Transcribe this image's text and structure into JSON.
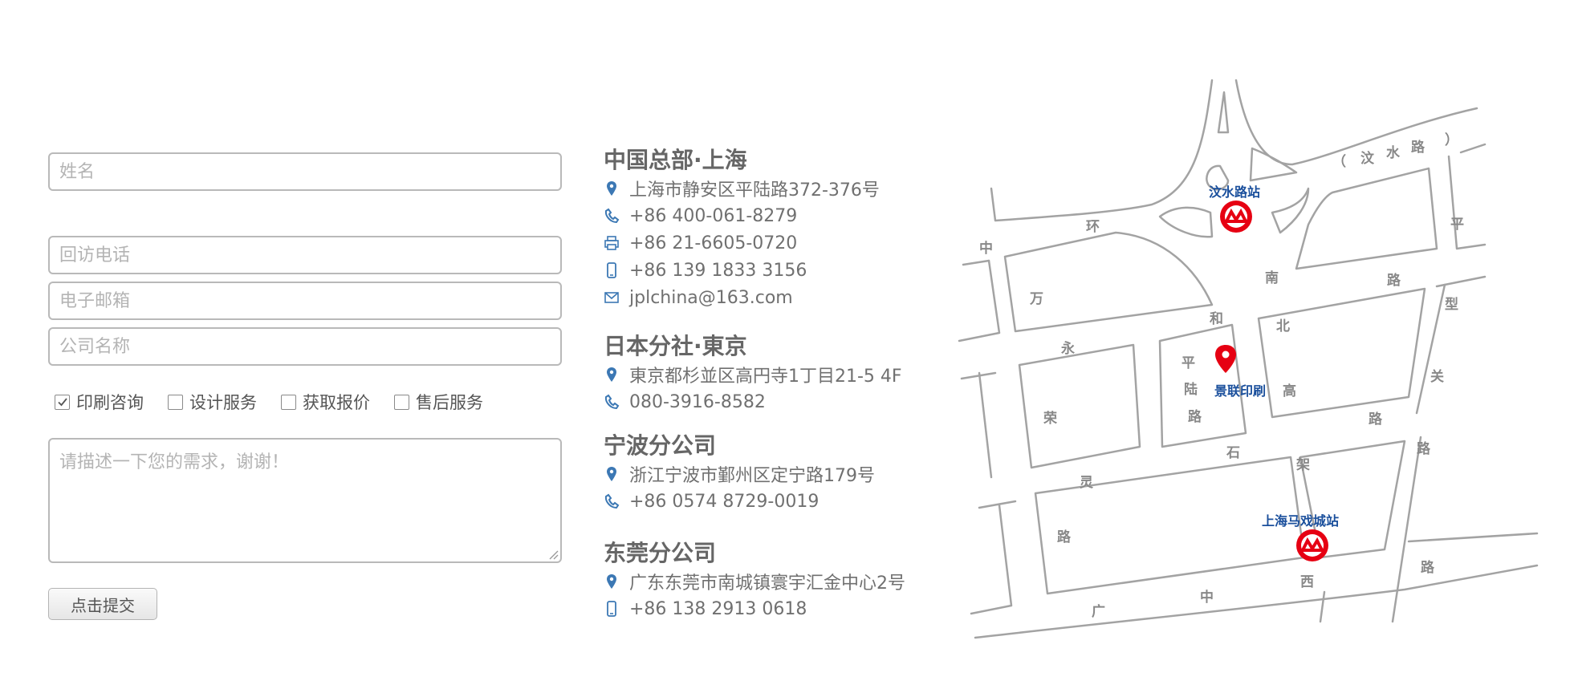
{
  "form": {
    "name_placeholder": "姓名",
    "phone_placeholder": "回访电话",
    "email_placeholder": "电子邮箱",
    "company_placeholder": "公司名称",
    "message_placeholder": "请描述一下您的需求，谢谢！",
    "checkboxes": [
      {
        "label": "印刷咨询",
        "checked": true
      },
      {
        "label": "设计服务",
        "checked": false
      },
      {
        "label": "获取报价",
        "checked": false
      },
      {
        "label": "售后服务",
        "checked": false
      }
    ],
    "submit_label": "点击提交"
  },
  "offices": [
    {
      "title": "中国总部·上海",
      "lines": [
        {
          "icon": "location-pin-icon",
          "text": "上海市静安区平陆路372-376号"
        },
        {
          "icon": "phone-icon",
          "text": "+86 400-061-8279"
        },
        {
          "icon": "fax-icon",
          "text": "+86 21-6605-0720"
        },
        {
          "icon": "mobile-icon",
          "text": "+86 139 1833 3156"
        },
        {
          "icon": "email-icon",
          "text": "jplchina@163.com"
        }
      ]
    },
    {
      "title": "日本分社·東京",
      "lines": [
        {
          "icon": "location-pin-icon",
          "text": "東京都杉並区高円寺1丁目21-5 4F"
        },
        {
          "icon": "phone-icon",
          "text": "080-3916-8582"
        }
      ]
    },
    {
      "title": "宁波分公司",
      "lines": [
        {
          "icon": "location-pin-icon",
          "text": "浙江宁波市鄞州区定宁路179号"
        },
        {
          "icon": "phone-icon",
          "text": "+86 0574 8729-0019"
        }
      ]
    },
    {
      "title": "东莞分公司",
      "lines": [
        {
          "icon": "location-pin-icon",
          "text": "广东东莞市南城镇寰宇汇金中心2号"
        },
        {
          "icon": "mobile-icon",
          "text": "+86 138 2913 0618"
        }
      ]
    }
  ],
  "map": {
    "stations": [
      "汶水路站",
      "上海马戏城站"
    ],
    "company_label": "景联印刷",
    "road_chars": [
      "（",
      "汶",
      "水",
      "路",
      "）",
      "平",
      "型",
      "关",
      "路",
      "中",
      "环",
      "南",
      "路",
      "万",
      "和",
      "北",
      "永",
      "平",
      "陆",
      "路",
      "高",
      "荣",
      "石",
      "架",
      "路",
      "灵",
      "路",
      "广",
      "中",
      "西",
      "路"
    ],
    "colors": {
      "road": "#a3a3a3",
      "station": "#e60012",
      "station_label": "#1a4f9c",
      "pin": "#e60012"
    }
  },
  "colors": {
    "icon": "#3c78b4",
    "text": "#707070",
    "border": "#b9b9b9"
  }
}
